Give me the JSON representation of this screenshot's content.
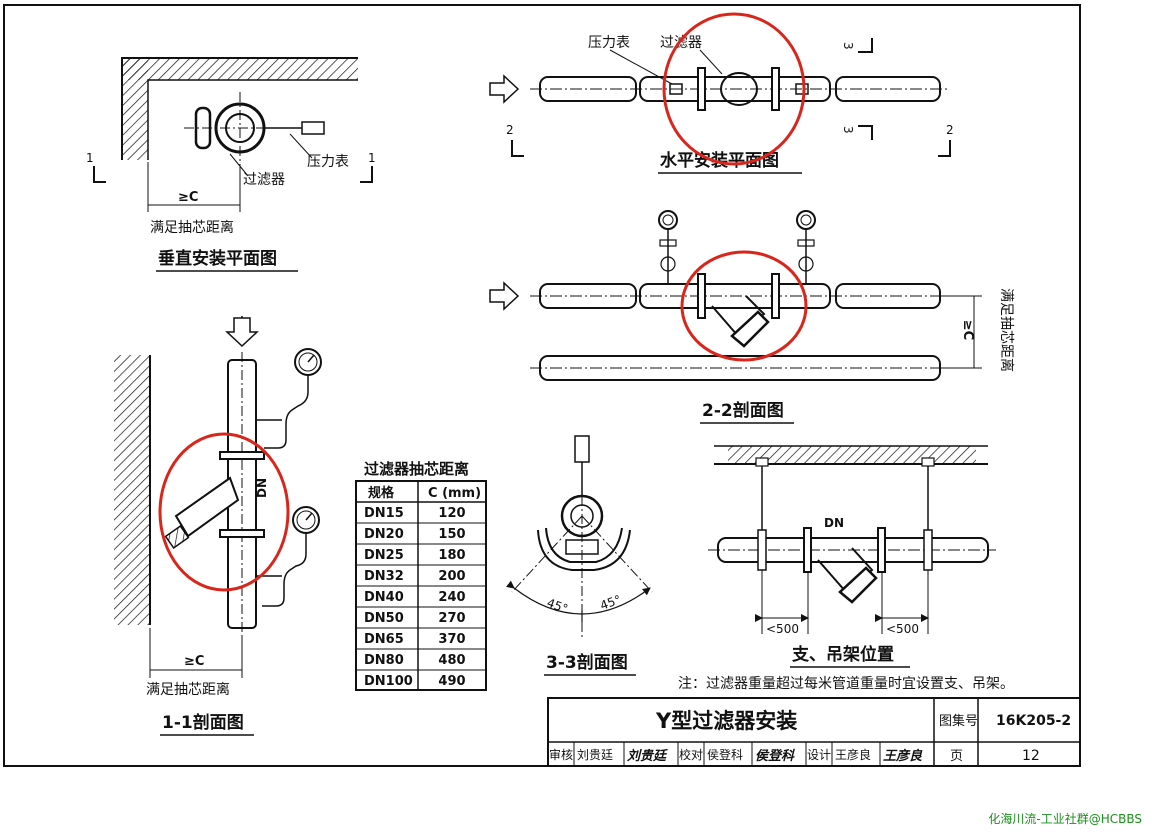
{
  "labels": {
    "pressure_gauge": "压力表",
    "filter": "过滤器",
    "dist_c": "≥C",
    "dist_c_v": "≥C",
    "dist_text": "满足抽芯距离",
    "dn": "DN",
    "dn2": "DN",
    "angle45": "45°",
    "lt500": "<500",
    "section1": "1",
    "section2": "2",
    "section3": "3"
  },
  "views": {
    "vertical_plan": "垂直安装平面图",
    "horizontal_plan": "水平安装平面图",
    "section_11": "1-1剖面图",
    "section_22": "2-2剖面图",
    "section_33": "3-3剖面图",
    "support": "支、吊架位置"
  },
  "table": {
    "title": "过滤器抽芯距离",
    "headers": [
      "规格",
      "C (mm)"
    ],
    "rows": [
      [
        "DN15",
        "120"
      ],
      [
        "DN20",
        "150"
      ],
      [
        "DN25",
        "180"
      ],
      [
        "DN32",
        "200"
      ],
      [
        "DN40",
        "240"
      ],
      [
        "DN50",
        "270"
      ],
      [
        "DN65",
        "370"
      ],
      [
        "DN80",
        "480"
      ],
      [
        "DN100",
        "490"
      ]
    ]
  },
  "note": "注：过滤器重量超过每米管道重量时宜设置支、吊架。",
  "title_block": {
    "title": "Y型过滤器安装",
    "atlas_label": "图集号",
    "atlas_no": "16K205-2",
    "page_label": "页",
    "page_no": "12",
    "review_label": "审核",
    "reviewer": "刘贵廷",
    "review_sig": "刘贵廷",
    "check_label": "校对",
    "checker": "侯登科",
    "check_sig": "侯登科",
    "design_label": "设计",
    "designer": "王彦良",
    "design_sig": "王彦良"
  },
  "watermark": "化海川流-工业社群@HCBBS",
  "colors": {
    "highlight": "#d9261c",
    "line": "#111111",
    "watermark": "#1a8f1a"
  }
}
